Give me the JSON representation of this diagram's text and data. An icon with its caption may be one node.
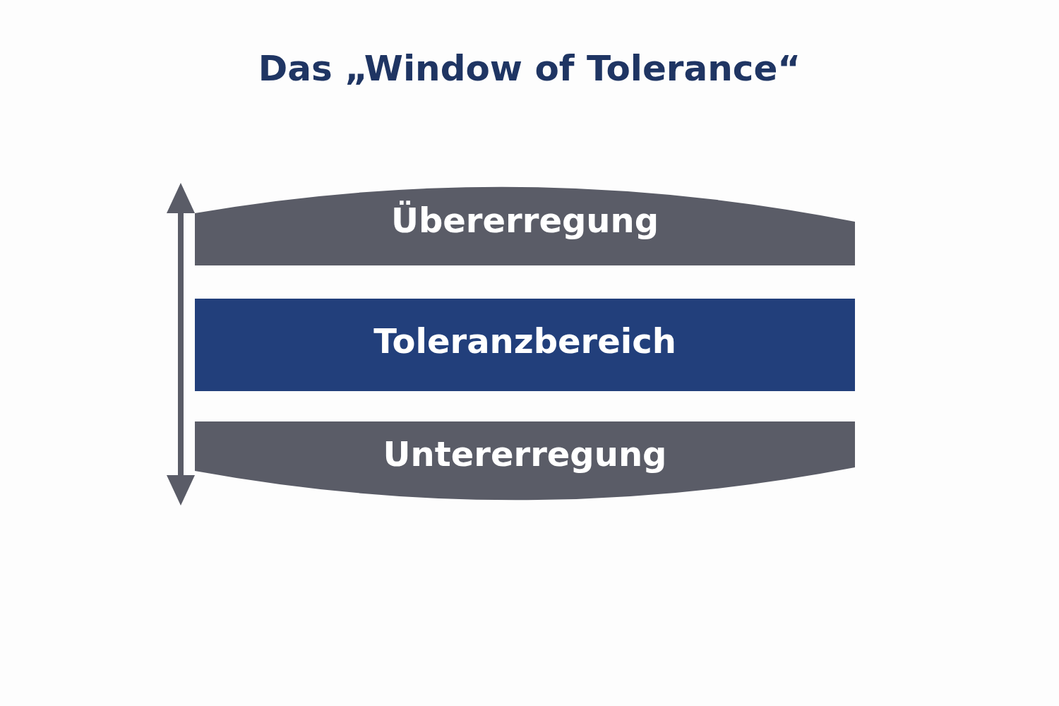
{
  "diagram": {
    "title": "Das „Window of Tolerance“",
    "nodes": [
      {
        "text": [
          "Übererregung"
        ]
      },
      {
        "text": [
          "Toleranzbereich"
        ]
      },
      {
        "text": [
          "Untererregung"
        ]
      }
    ]
  }
}
